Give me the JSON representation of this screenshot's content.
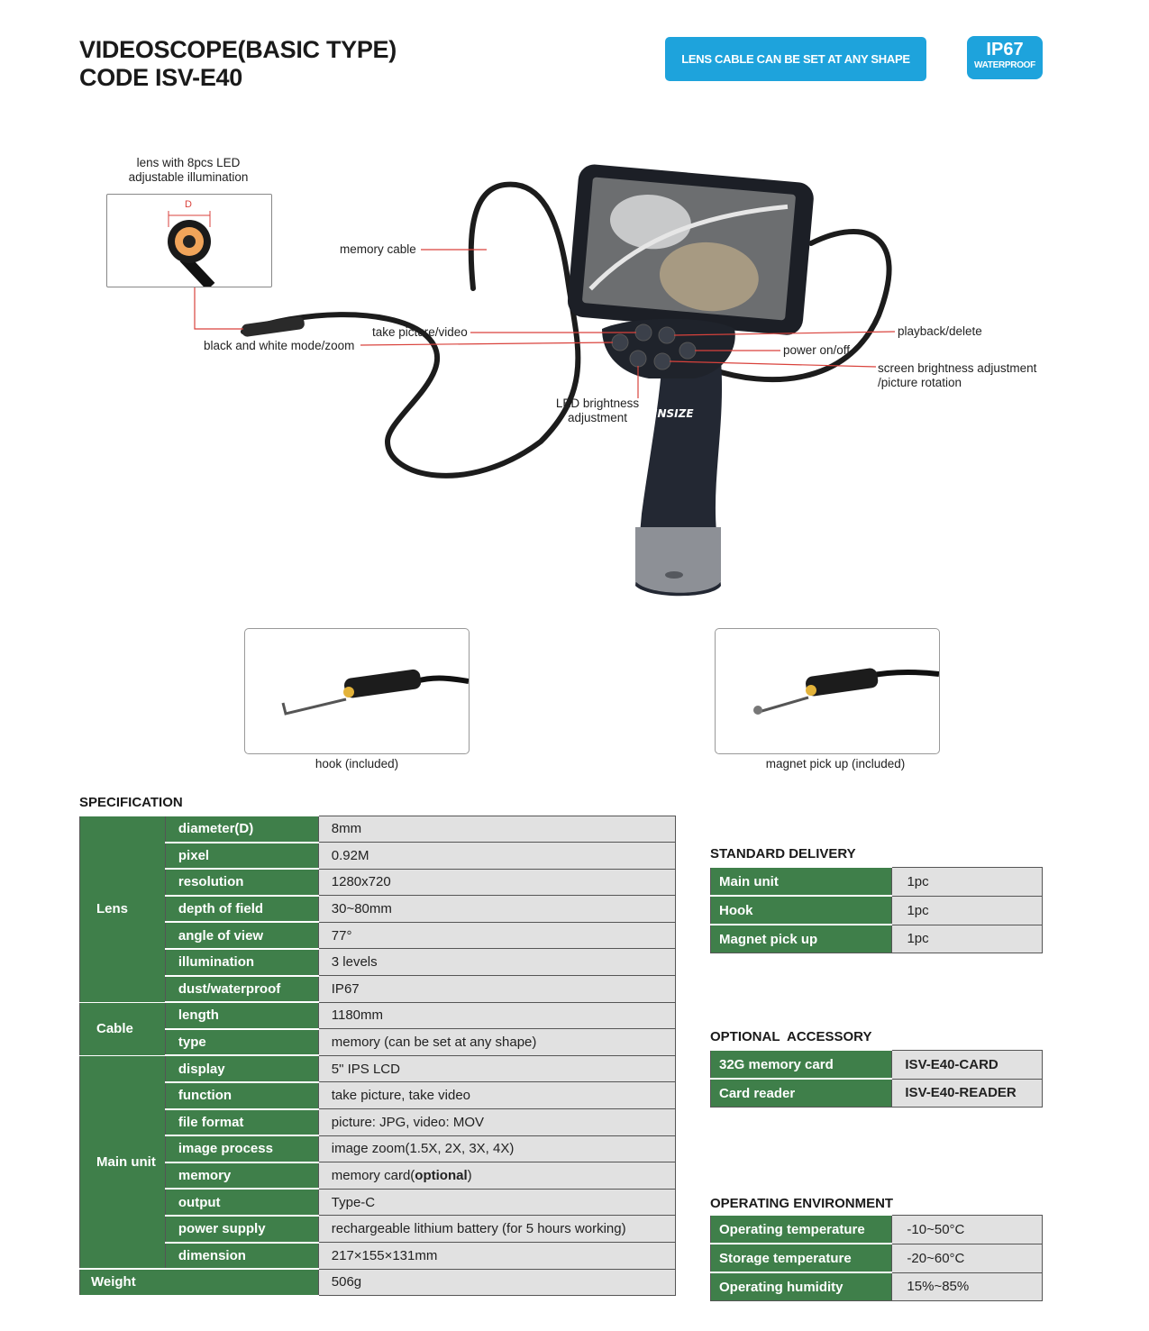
{
  "header": {
    "title_line1": "VIDEOSCOPE(BASIC TYPE)",
    "title_line2": "CODE ISV-E40",
    "badge_cable": "LENS CABLE CAN BE SET AT ANY SHAPE",
    "badge_ip": "IP67",
    "badge_ip_sub": "WATERPROOF"
  },
  "diagram": {
    "lens_caption_line1": "lens with 8pcs LED",
    "lens_caption_line2": "adjustable illumination",
    "lens_d": "D",
    "memory_cable": "memory cable",
    "take_picture": "take  picture/video",
    "bw_mode": "black and white mode/zoom",
    "playback": "playback/delete",
    "power": "power on/off",
    "screen_line1": "screen brightness adjustment",
    "screen_line2": "/picture rotation",
    "led_line1": "LED brightness",
    "led_line2": "adjustment",
    "brand": "INSIZE"
  },
  "accessories": {
    "hook": "hook (included)",
    "magnet": "magnet pick up (included)"
  },
  "specification": {
    "heading": "SPECIFICATION",
    "groups": {
      "lens": "Lens",
      "cable": "Cable",
      "main": "Main unit",
      "weight": "Weight"
    },
    "lens": [
      {
        "k": "diameter",
        "k2": "(D)",
        "v": "8mm"
      },
      {
        "k": "pixel",
        "v": "0.92M"
      },
      {
        "k": "resolution",
        "v": "1280x720"
      },
      {
        "k": "depth of field",
        "v": "30~80mm"
      },
      {
        "k": "angle of view",
        "v": "77°"
      },
      {
        "k": "illumination",
        "v": "3 levels"
      },
      {
        "k": "dust/waterproof",
        "v": "IP67"
      }
    ],
    "cable": [
      {
        "k": "length",
        "v": "1180mm"
      },
      {
        "k": "type",
        "v": "memory (can be set at any shape)"
      }
    ],
    "main": [
      {
        "k": "display",
        "v": "5\" IPS LCD"
      },
      {
        "k": "function",
        "v": "take picture, take video"
      },
      {
        "k": "file format",
        "v": "picture: JPG, video: MOV"
      },
      {
        "k": "image process",
        "v": "image zoom(1.5X, 2X, 3X, 4X)"
      },
      {
        "k": "memory",
        "v": "memory card",
        "v_bold": "optional"
      },
      {
        "k": "output",
        "v": "Type-C"
      },
      {
        "k": "power supply",
        "v": "rechargeable lithium battery (for 5 hours working)"
      },
      {
        "k": "dimension",
        "v": "217×155×131mm"
      }
    ],
    "weight": "506g"
  },
  "standard_delivery": {
    "heading": "STANDARD DELIVERY",
    "rows": [
      {
        "k": "Main unit",
        "v": "1pc"
      },
      {
        "k": "Hook",
        "v": "1pc"
      },
      {
        "k": "Magnet pick up",
        "v": "1pc"
      }
    ]
  },
  "optional_accessory": {
    "heading": "OPTIONAL  ACCESSORY",
    "rows": [
      {
        "k": "32G memory card",
        "v": "ISV-E40-CARD"
      },
      {
        "k": "Card reader",
        "v": "ISV-E40-READER"
      }
    ]
  },
  "operating_environment": {
    "heading": "OPERATING ENVIRONMENT",
    "rows": [
      {
        "k": "Operating temperature",
        "v": "-10~50°C"
      },
      {
        "k": "Storage temperature",
        "v": "-20~60°C"
      },
      {
        "k": "Operating humidity",
        "v": "15%~85%"
      }
    ]
  },
  "colors": {
    "accent": "#1ea3dc",
    "table_green": "#3f7f4a",
    "cell_grey": "#e1e1e1",
    "callout": "#d9423c"
  }
}
